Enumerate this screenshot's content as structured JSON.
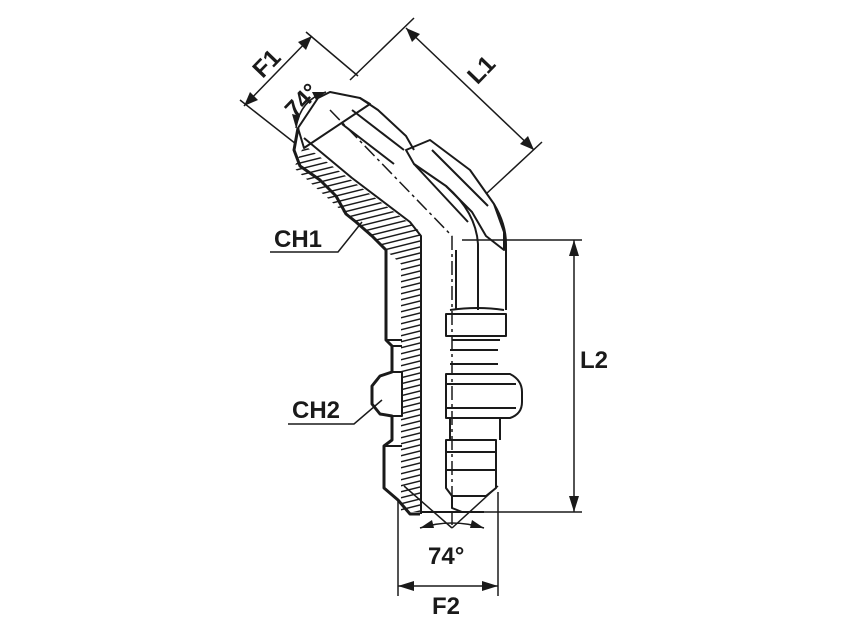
{
  "labels": {
    "f1": "F1",
    "l1": "L1",
    "angle_top": "74°",
    "ch1": "CH1",
    "ch2": "CH2",
    "l2": "L2",
    "angle_bottom": "74°",
    "f2": "F2"
  },
  "colors": {
    "ink": "#1a1a1a",
    "background": "#ffffff"
  }
}
